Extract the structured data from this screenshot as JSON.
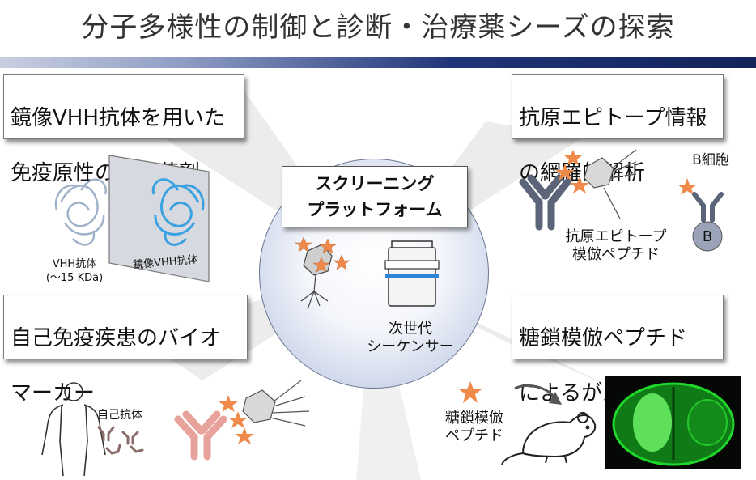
{
  "title": "分子多様性の制御と診断・治療薬シーズの探索",
  "center": {
    "platform_line1": "スクリーニング",
    "platform_line2": "プラットフォーム",
    "sequencer_line1": "次世代",
    "sequencer_line2": "シーケンサー"
  },
  "top_left": {
    "box_line1": "鏡像VHH抗体を用いた",
    "box_line2": "免疫原性の低い薬剤",
    "vhh_label_line1": "VHH抗体",
    "vhh_label_line2": "(～15 KDa)",
    "mirror_label": "鏡像VHH抗体"
  },
  "top_right": {
    "box_line1": "抗原エピトープ情報",
    "box_line2": "の網羅的解析",
    "bcell_label": "B細胞",
    "bcell_letter": "B",
    "mimic_line1": "抗原エピトープ",
    "mimic_line2": "模倣ペプチド"
  },
  "bottom_left": {
    "box_line1": "自己免疫疾患のバイオ",
    "box_line2": "マーカー",
    "autoantibody_label": "自己抗体"
  },
  "bottom_right": {
    "box_line1": "糖鎖模倣ペプチド",
    "box_line2": "によるがん標的",
    "peptide_line1": "糖鎖模倣",
    "peptide_line2": "ペプチド"
  },
  "colors": {
    "star": "#f08a4b",
    "antibody_blue": "#5b6478",
    "antibody_pink": "#e7a39b",
    "autoantibody": "#8a6d68",
    "title_bar": "#1f3478",
    "fluorescence": "#1fd62a"
  }
}
